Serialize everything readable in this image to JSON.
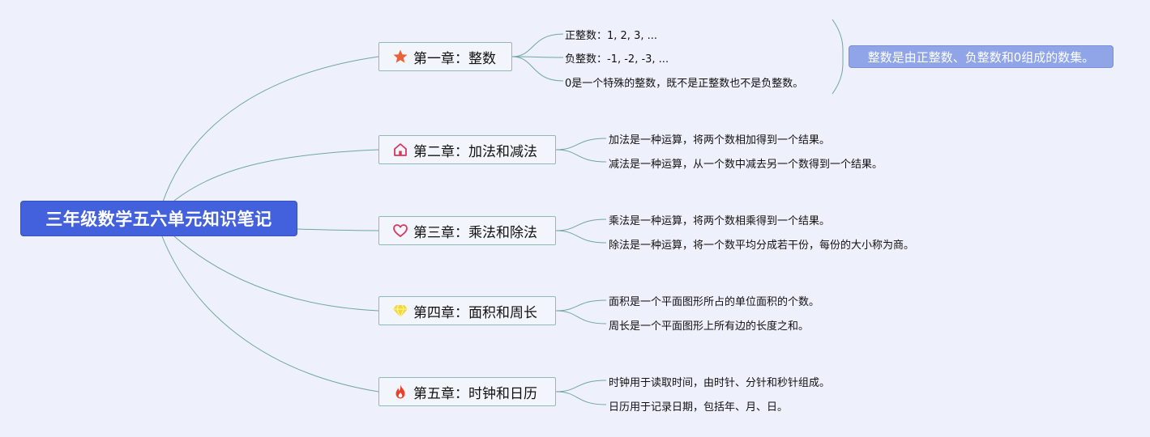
{
  "root": {
    "title": "三年级数学五六单元知识笔记"
  },
  "chapters": [
    {
      "title": "第一章：整数",
      "icon": "star-icon",
      "icon_color": "#e8623a",
      "items": [
        "正整数：1, 2, 3, ...",
        "负整数：-1, -2, -3, ...",
        "0是一个特殊的整数，既不是正整数也不是负整数。"
      ]
    },
    {
      "title": "第二章：加法和减法",
      "icon": "house-icon",
      "icon_color": "#d9365a",
      "items": [
        "加法是一种运算，将两个数相加得到一个结果。",
        "减法是一种运算，从一个数中减去另一个数得到一个结果。"
      ]
    },
    {
      "title": "第三章：乘法和除法",
      "icon": "heart-icon",
      "icon_color": "#d9365a",
      "items": [
        "乘法是一种运算，将两个数相乘得到一个结果。",
        "除法是一种运算，将一个数平均分成若干份，每份的大小称为商。"
      ]
    },
    {
      "title": "第四章：面积和周长",
      "icon": "diamond-icon",
      "icon_color": "#f2d836",
      "items": [
        "面积是一个平面图形所占的单位面积的个数。",
        "周长是一个平面图形上所有边的长度之和。"
      ]
    },
    {
      "title": "第五章：时钟和日历",
      "icon": "fire-icon",
      "icon_color": "#e8402a",
      "items": [
        "时钟用于读取时间，由时针、分针和秒针组成。",
        "日历用于记录日期，包括年、月、日。"
      ]
    }
  ],
  "summary": {
    "text": "整数是由正整数、负整数和0组成的数集。"
  },
  "colors": {
    "line": "#6fa6a3",
    "root_bg": "#4361dc",
    "summary_bg": "#8fa5e8"
  }
}
